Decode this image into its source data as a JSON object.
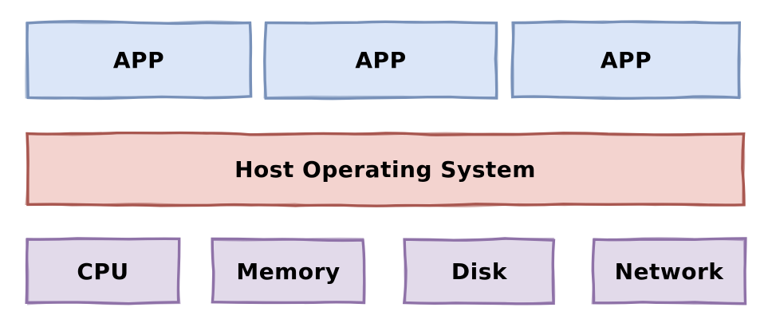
{
  "layers": {
    "apps": [
      {
        "label": "APP"
      },
      {
        "label": "APP"
      },
      {
        "label": "APP"
      }
    ],
    "os": {
      "label": "Host Operating System"
    },
    "hardware": [
      {
        "label": "CPU"
      },
      {
        "label": "Memory"
      },
      {
        "label": "Disk"
      },
      {
        "label": "Network"
      }
    ]
  },
  "colors": {
    "background": "#ffffff",
    "text": "#000000",
    "app_fill": "#dbe6f8",
    "app_stroke": "#7891b9",
    "os_fill": "#f3d3cf",
    "os_stroke": "#a85750",
    "hw_fill": "#e2daea",
    "hw_stroke": "#8f72a8"
  }
}
